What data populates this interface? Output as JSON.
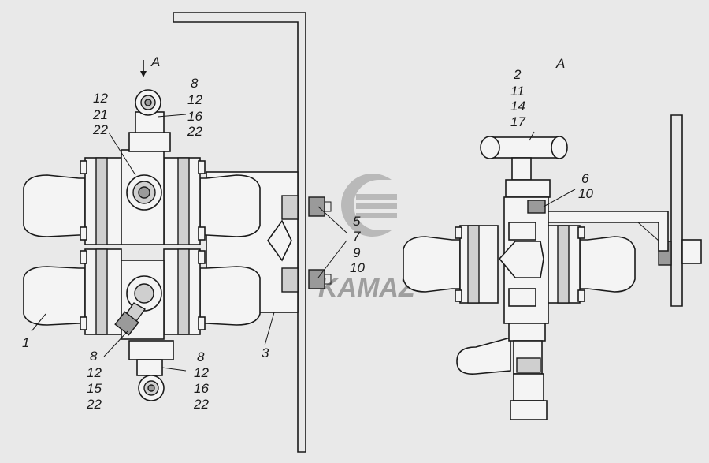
{
  "view_label_left": "A",
  "view_label_right": "A",
  "watermark": "KAMAZ",
  "callouts_left": {
    "top_right": [
      "8",
      "12",
      "16",
      "22"
    ],
    "top_left": [
      "12",
      "21",
      "22"
    ],
    "mid_right": [
      "5",
      "7",
      "9",
      "10"
    ],
    "bottom_left": [
      "8",
      "12",
      "15",
      "22"
    ],
    "bottom_right": [
      "8",
      "12",
      "16",
      "22"
    ],
    "part_1": "1",
    "part_3": "3"
  },
  "callouts_right": {
    "top": [
      "2",
      "11",
      "14",
      "17"
    ],
    "side": [
      "6",
      "10"
    ]
  }
}
